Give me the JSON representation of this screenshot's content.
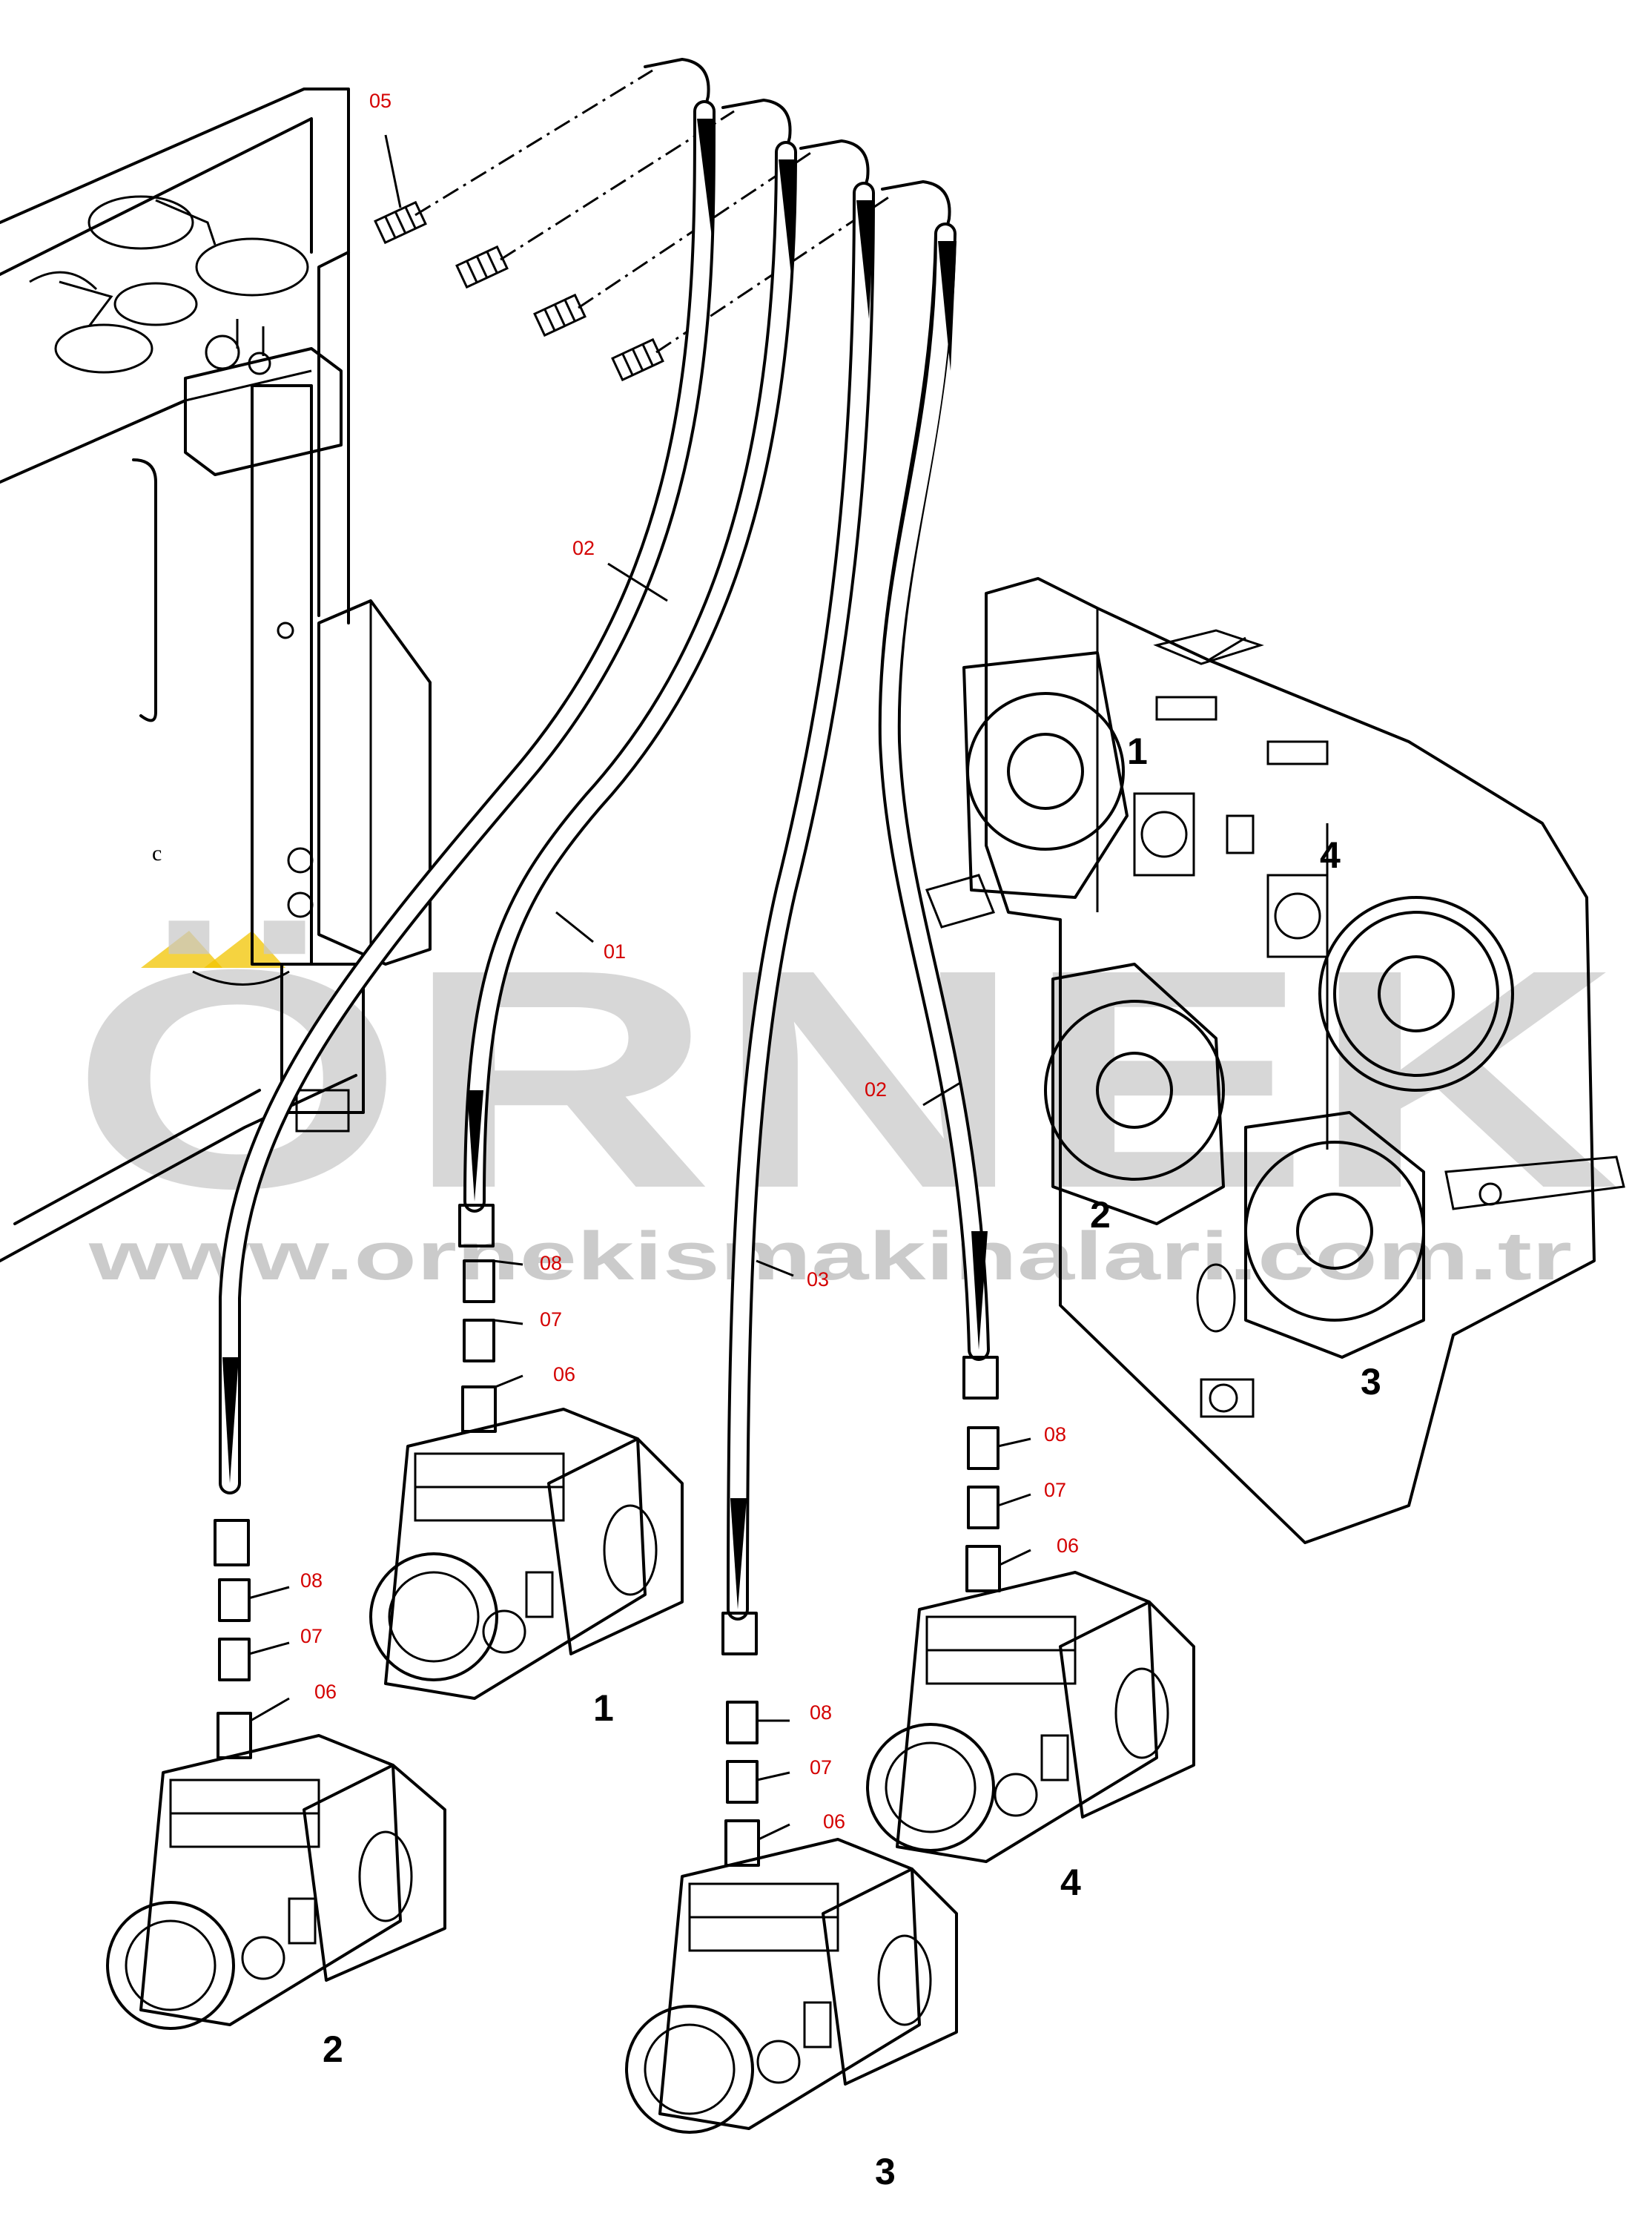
{
  "callouts": [
    {
      "id": "c05",
      "text": "05"
    },
    {
      "id": "c02a",
      "text": "02"
    },
    {
      "id": "c01",
      "text": "01"
    },
    {
      "id": "c02b",
      "text": "02"
    },
    {
      "id": "c03",
      "text": "03"
    },
    {
      "id": "c08a",
      "text": "08"
    },
    {
      "id": "c07a",
      "text": "07"
    },
    {
      "id": "c06a",
      "text": "06"
    },
    {
      "id": "c08b",
      "text": "08"
    },
    {
      "id": "c07b",
      "text": "07"
    },
    {
      "id": "c06b",
      "text": "06"
    },
    {
      "id": "c08c",
      "text": "08"
    },
    {
      "id": "c07c",
      "text": "07"
    },
    {
      "id": "c06c",
      "text": "06"
    },
    {
      "id": "c08d",
      "text": "08"
    },
    {
      "id": "c07d",
      "text": "07"
    },
    {
      "id": "c06d",
      "text": "06"
    }
  ],
  "pump_numbers": {
    "p1": "1",
    "p2": "2",
    "p3": "3",
    "p4": "4"
  },
  "gearbox_ports": {
    "g1": "1",
    "g2": "2",
    "g3": "3",
    "g4": "4"
  },
  "watermark": {
    "logo": "ÖRNEK",
    "url": "www.ornekismakinalari.com.tr"
  },
  "colors": {
    "callout": "#d40000",
    "watermark": "#c9c9c9",
    "watermark_accent": "#f2c400",
    "line": "#000000"
  }
}
